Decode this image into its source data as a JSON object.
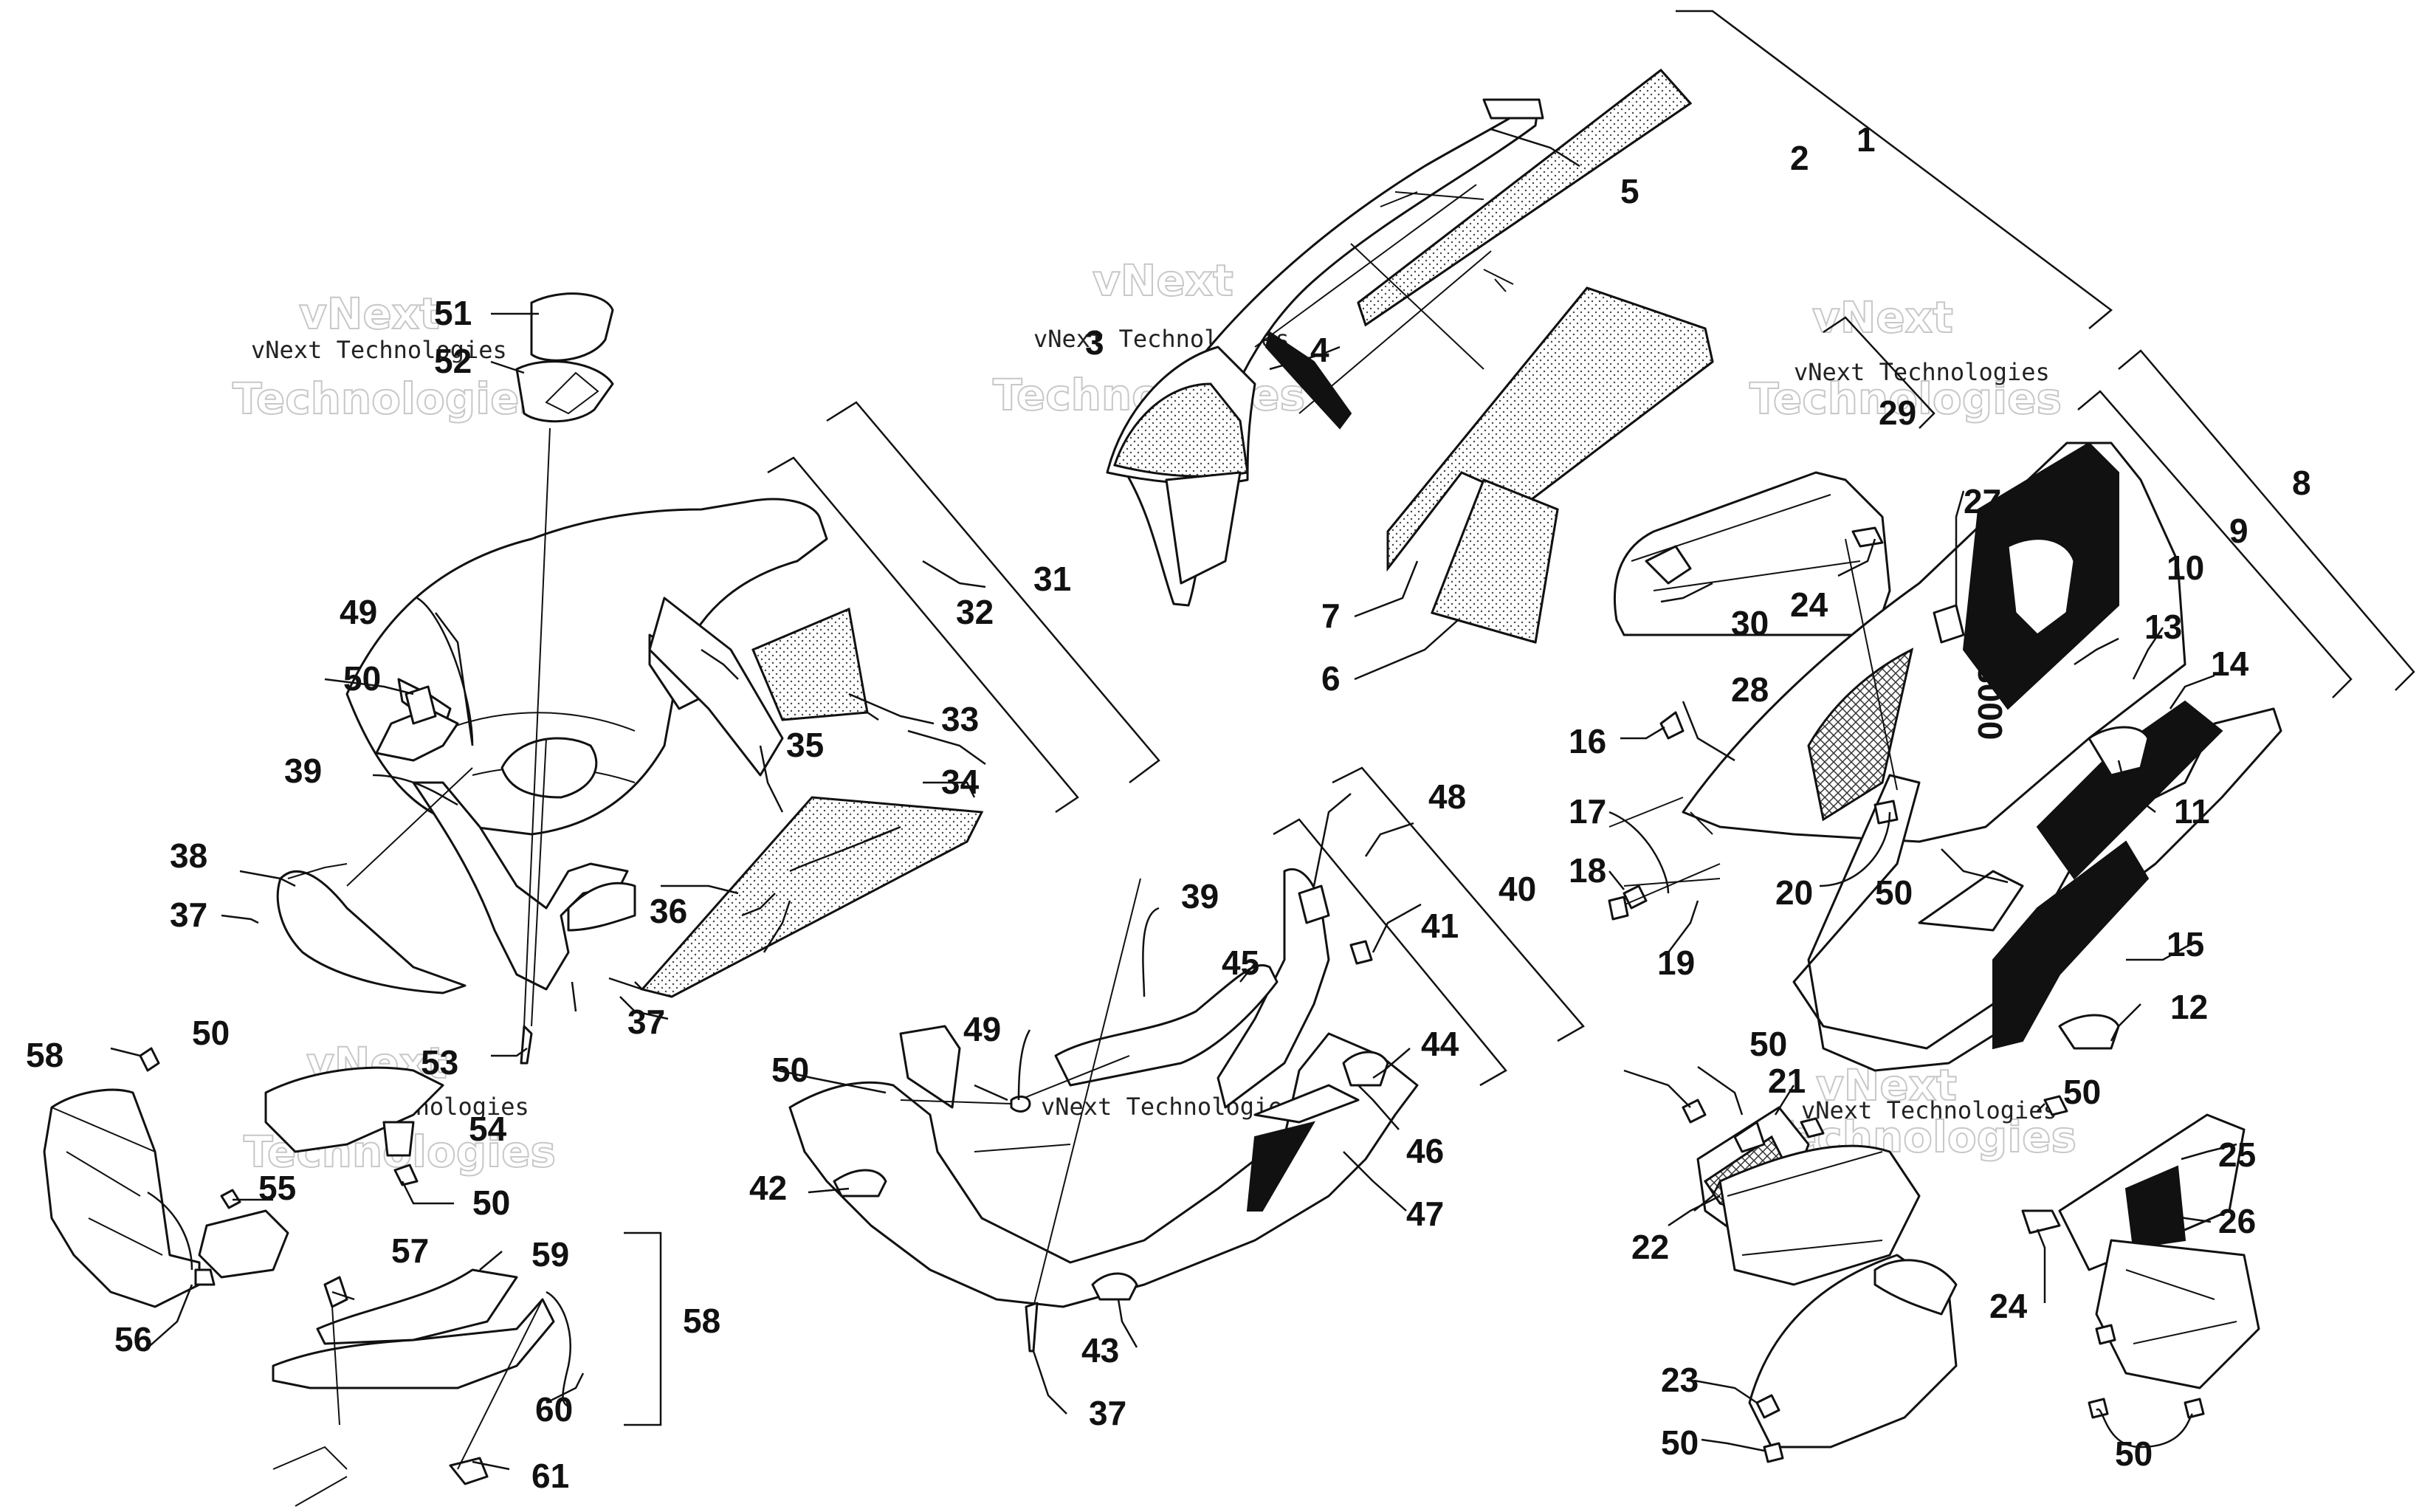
{
  "watermark": {
    "text": "vNext Technologies",
    "ghost_top": "vNext",
    "ghost_bottom": "Technologies"
  },
  "colors": {
    "ink": "#111111",
    "paper": "#ffffff",
    "watermark_ghost": "#c8c8c8"
  },
  "callouts": {
    "c1": "1",
    "c2": "2",
    "c3": "3",
    "c4": "4",
    "c5": "5",
    "c6": "6",
    "c7": "7",
    "c8": "8",
    "c9": "9",
    "c10": "10",
    "c11": "11",
    "c12": "12",
    "c13": "13",
    "c14": "14",
    "c15": "15",
    "c16": "16",
    "c17": "17",
    "c18": "18",
    "c19": "19",
    "c20": "20",
    "c21": "21",
    "c22": "22",
    "c23": "23",
    "c24a": "24",
    "c24b": "24",
    "c25": "25",
    "c26": "26",
    "c27": "27",
    "c28": "28",
    "c29": "29",
    "c30": "30",
    "c31": "31",
    "c32": "32",
    "c33": "33",
    "c34": "34",
    "c35": "35",
    "c36": "36",
    "c37a": "37",
    "c37b": "37",
    "c37c": "37",
    "c38": "38",
    "c39a": "39",
    "c39b": "39",
    "c40": "40",
    "c41": "41",
    "c42": "42",
    "c43": "43",
    "c44": "44",
    "c45": "45",
    "c46": "46",
    "c47": "47",
    "c48": "48",
    "c49a": "49",
    "c49b": "49",
    "c50a": "50",
    "c50b": "50",
    "c50c": "50",
    "c50d": "50",
    "c50e": "50",
    "c50f": "50",
    "c50g": "50",
    "c50h": "50",
    "c50i": "50",
    "c50j": "50",
    "c51": "51",
    "c52": "52",
    "c53": "53",
    "c54": "54",
    "c55": "55",
    "c56": "56",
    "c57": "57",
    "c58a": "58",
    "c58b": "58",
    "c59": "59",
    "c60": "60",
    "c61": "61"
  },
  "decal_text": "8000"
}
